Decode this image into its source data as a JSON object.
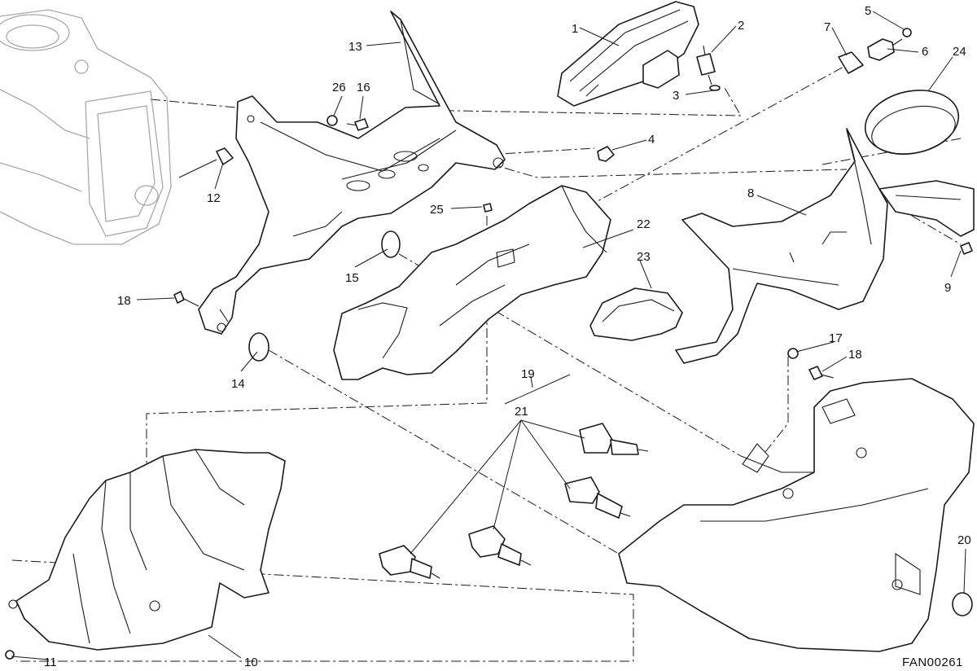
{
  "drawing_code": "FAN00261",
  "callouts": [
    "1",
    "2",
    "3",
    "4",
    "5",
    "6",
    "7",
    "8",
    "9",
    "10",
    "11",
    "12",
    "13",
    "14",
    "15",
    "16",
    "17",
    "18",
    "18",
    "19",
    "20",
    "21",
    "22",
    "23",
    "24",
    "25",
    "26"
  ],
  "colors": {
    "line": "#1a1a1a",
    "ghost": "#a8a8a8",
    "background": "#ffffff"
  }
}
